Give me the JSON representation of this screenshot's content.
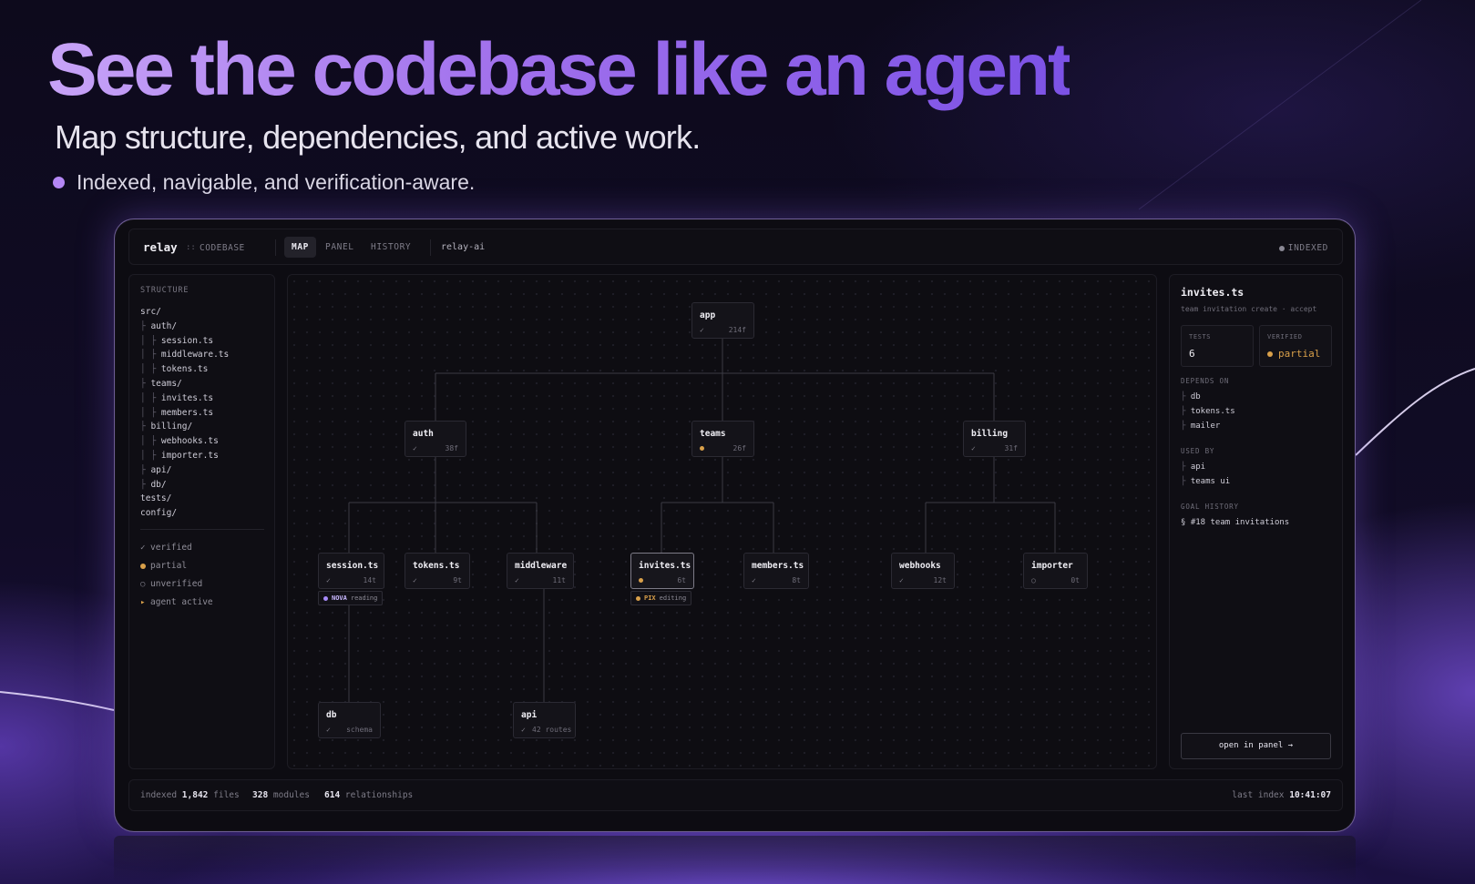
{
  "hero": {
    "title": "See the codebase like an agent",
    "subtitle": "Map structure, dependencies, and active work.",
    "bullet": "Indexed, navigable, and verification-aware."
  },
  "app": {
    "brand": "relay",
    "brand_sep": "::",
    "brand_sub": "CODEBASE",
    "tabs": [
      {
        "label": "MAP",
        "active": true
      },
      {
        "label": "PANEL",
        "active": false
      },
      {
        "label": "HISTORY",
        "active": false
      }
    ],
    "project": "relay-ai",
    "status": "INDEXED"
  },
  "sidebar": {
    "title": "STRUCTURE",
    "tree": [
      {
        "prefix": "",
        "name": "src/"
      },
      {
        "prefix": "├ ",
        "name": "auth/"
      },
      {
        "prefix": "│ ├ ",
        "name": "session.ts"
      },
      {
        "prefix": "│ ├ ",
        "name": "middleware.ts"
      },
      {
        "prefix": "│ ├ ",
        "name": "tokens.ts"
      },
      {
        "prefix": "├ ",
        "name": "teams/"
      },
      {
        "prefix": "│ ├ ",
        "name": "invites.ts"
      },
      {
        "prefix": "│ ├ ",
        "name": "members.ts"
      },
      {
        "prefix": "├ ",
        "name": "billing/"
      },
      {
        "prefix": "│ ├ ",
        "name": "webhooks.ts"
      },
      {
        "prefix": "│ ├ ",
        "name": "importer.ts"
      },
      {
        "prefix": "├ ",
        "name": "api/"
      },
      {
        "prefix": "├ ",
        "name": "db/"
      },
      {
        "prefix": "",
        "name": "tests/"
      },
      {
        "prefix": "",
        "name": "config/"
      }
    ],
    "legend": [
      {
        "symbol": "✓",
        "label": "verified"
      },
      {
        "symbol": "dot",
        "label": "partial"
      },
      {
        "symbol": "○",
        "label": "unverified"
      },
      {
        "symbol": "▸",
        "label": "agent active"
      }
    ]
  },
  "graph": {
    "nodes": {
      "app": {
        "label": "app",
        "status": "✓",
        "count": "214f"
      },
      "auth": {
        "label": "auth",
        "status": "✓",
        "count": "38f"
      },
      "teams": {
        "label": "teams",
        "status": "partial",
        "count": "26f"
      },
      "billing": {
        "label": "billing",
        "status": "✓",
        "count": "31f"
      },
      "session": {
        "label": "session.ts",
        "status": "✓",
        "count": "14t"
      },
      "tokens": {
        "label": "tokens.ts",
        "status": "✓",
        "count": "9t"
      },
      "middleware": {
        "label": "middleware",
        "status": "✓",
        "count": "11t"
      },
      "invites": {
        "label": "invites.ts",
        "status": "partial",
        "count": "6t"
      },
      "members": {
        "label": "members.ts",
        "status": "✓",
        "count": "8t"
      },
      "webhooks": {
        "label": "webhooks",
        "status": "✓",
        "count": "12t"
      },
      "importer": {
        "label": "importer",
        "status": "○",
        "count": "0t"
      },
      "db": {
        "label": "db",
        "status": "✓",
        "count": "schema"
      },
      "api": {
        "label": "api",
        "status": "✓",
        "count": "42 routes"
      }
    },
    "agents": {
      "nova": {
        "name": "NOVA",
        "action": "reading",
        "color": "#a78bfa"
      },
      "pix": {
        "name": "PIX",
        "action": "editing",
        "color": "#d9a04a"
      }
    }
  },
  "detail": {
    "title": "invites.ts",
    "subtitle": "team invitation create · accept",
    "tests_label": "TESTS",
    "tests_value": "6",
    "verified_label": "VERIFIED",
    "verified_value": "partial",
    "depends_title": "DEPENDS ON",
    "depends": [
      "db",
      "tokens.ts",
      "mailer"
    ],
    "used_title": "USED BY",
    "used_by": [
      "api",
      "teams ui"
    ],
    "goal_title": "GOAL HISTORY",
    "goals": [
      "§ #18 team invitations"
    ],
    "open_button": "open in panel →"
  },
  "footer": {
    "indexed_label": "indexed",
    "files_value": "1,842",
    "files_label": "files",
    "modules_value": "328",
    "modules_label": "modules",
    "rel_value": "614",
    "rel_label": "relationships",
    "last_label": "last index",
    "last_value": "10:41:07"
  },
  "colors": {
    "accent": "#a070ec",
    "partial": "#d9a04a",
    "agent_nova": "#a78bfa"
  }
}
